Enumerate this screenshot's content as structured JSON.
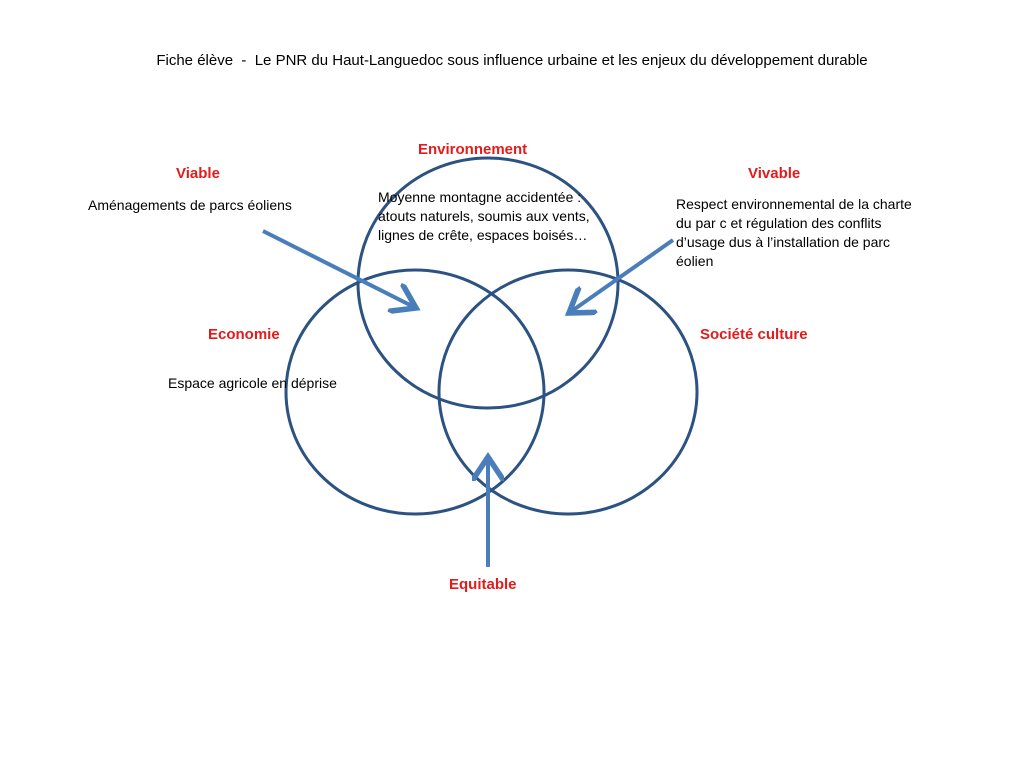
{
  "title": "Fiche élève  -  Le PNR du Haut-Languedoc sous influence urbaine et les enjeux du développement durable",
  "labels": {
    "environnement": "Environnement",
    "viable": "Viable",
    "vivable": "Vivable",
    "economie": "Economie",
    "societe": "Société culture",
    "equitable": "Equitable"
  },
  "notes": {
    "viable": "Aménagements de parcs éoliens",
    "environnement": "Moyenne montagne accidentée : atouts naturels, soumis aux vents, lignes de crête, espaces boisés…",
    "vivable": "Respect environnemental de la charte du par c  et régulation des conflits d’usage dus à l’installation de parc éolien",
    "economie": "Espace agricole en déprise"
  },
  "colors": {
    "circle": "#2c5282",
    "arrow": "#4a7ebb",
    "label": "#e31b1b"
  }
}
